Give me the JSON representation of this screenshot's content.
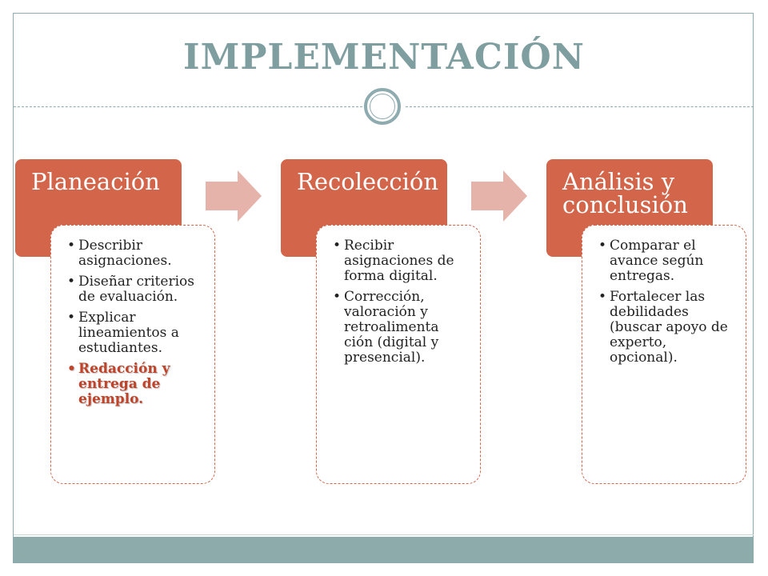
{
  "title": "IMPLEMENTACIÓN",
  "colors": {
    "accent": "#d2654a",
    "title": "#7f9ea0",
    "frame": "#8eabb0",
    "footer": "#8eabab",
    "arrow": "#e6b3aa",
    "highlight": "#c0432a"
  },
  "steps": [
    {
      "heading": "Planeación",
      "items": [
        "Describir asignaciones.",
        "Diseñar criterios de evaluación.",
        "Explicar lineamientos a estudiantes.",
        "Redacción y entrega de ejemplo."
      ]
    },
    {
      "heading": "Recolección",
      "items": [
        "Recibir asignaciones de forma digital.",
        "Corrección, valoración  y retroalimenta ción (digital y presencial)."
      ]
    },
    {
      "heading": "Análisis y conclusión",
      "items": [
        "Comparar el avance según entregas.",
        "Fortalecer las debilidades (buscar apoyo de experto, opcional)."
      ]
    }
  ]
}
